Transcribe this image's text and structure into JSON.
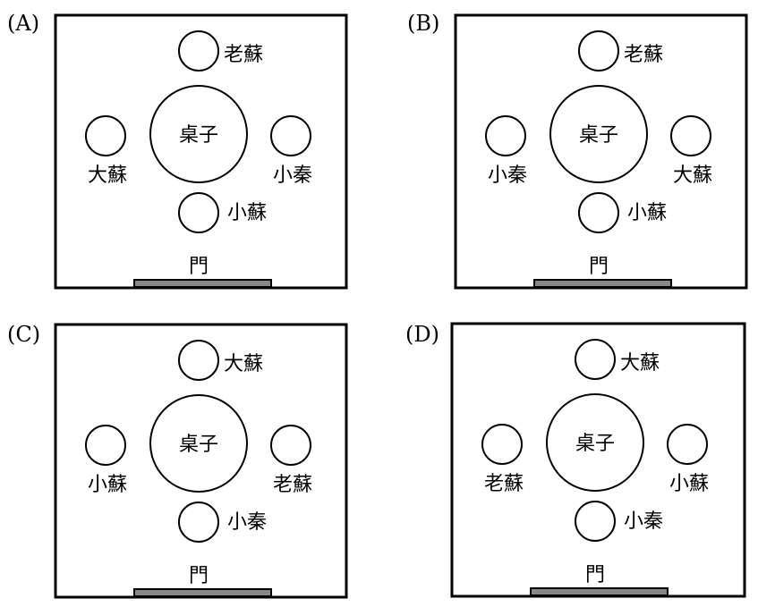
{
  "colors": {
    "door": "#888888",
    "line": "#000000"
  },
  "table_label": "桌子",
  "door_label": "門",
  "panels": [
    {
      "label": "(A)",
      "top": "老蘇",
      "left": "大蘇",
      "right": "小秦",
      "bottom": "小蘇"
    },
    {
      "label": "(B)",
      "top": "老蘇",
      "left": "小秦",
      "right": "大蘇",
      "bottom": "小蘇"
    },
    {
      "label": "(C)",
      "top": "大蘇",
      "left": "小蘇",
      "right": "老蘇",
      "bottom": "小秦"
    },
    {
      "label": "(D)",
      "top": "大蘇",
      "left": "老蘇",
      "right": "小蘇",
      "bottom": "小秦"
    }
  ]
}
